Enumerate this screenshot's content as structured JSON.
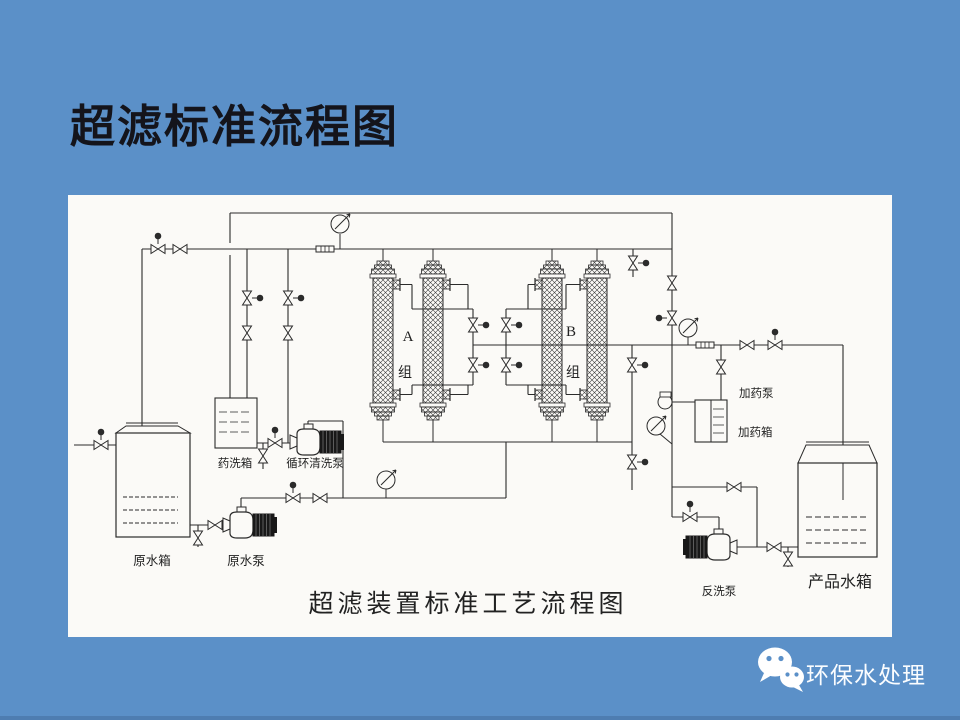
{
  "slide": {
    "title": "超滤标准流程图",
    "background_color": "#5b90c8",
    "panel_color": "#fbfaf7",
    "line_color": "#2b2b2b",
    "title_color": "#14141b"
  },
  "diagram": {
    "caption": "超滤装置标准工艺流程图",
    "labels": {
      "chemical_wash_tank": "药洗箱",
      "circulation_cleaning_pump": "循环清洗泵",
      "raw_water_tank": "原水箱",
      "raw_water_pump": "原水泵",
      "group_a_char1": "A",
      "group_a_char2": "组",
      "group_b_char1": "B",
      "group_b_char2": "组",
      "dosing_pump": "加药泵",
      "dosing_tank": "加药箱",
      "backwash_pump": "反洗泵",
      "product_water_tank": "产品水箱"
    },
    "icons": {
      "valve": "valve-icon",
      "actuated_valve": "actuated-valve-icon",
      "pressure_gauge": "pressure-gauge-icon",
      "flow_element": "flow-element-icon",
      "pump": "pump-icon",
      "membrane_column": "membrane-column"
    }
  },
  "footer": {
    "watermark_text": "环保水处理",
    "watermark_color": "#ffffff",
    "icon": "wechat-logo-icon"
  }
}
